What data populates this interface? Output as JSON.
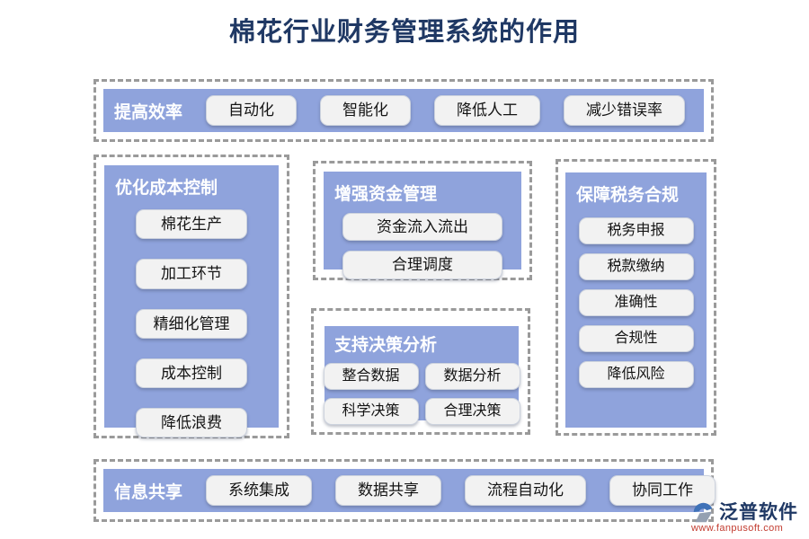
{
  "title": "棉花行业财务管理系统的作用",
  "colors": {
    "panel_blue": "#8FA3DC",
    "title_navy": "#1F3864",
    "chip_bg": "#F2F2F2",
    "dash_gray": "#9A9A9A",
    "logo_blue": "#3F72B8",
    "logo_gray": "#95A0B1",
    "logo_url_red": "#C23B2F"
  },
  "icons": {
    "logo": "fanpu-logo-icon"
  },
  "sections": {
    "efficiency": {
      "label": "提高效率",
      "items": [
        "自动化",
        "智能化",
        "降低人工",
        "减少错误率"
      ]
    },
    "cost": {
      "label": "优化成本控制",
      "items": [
        "棉花生产",
        "加工环节",
        "精细化管理",
        "成本控制",
        "降低浪费"
      ]
    },
    "funds": {
      "label": "增强资金管理",
      "items": [
        "资金流入流出",
        "合理调度"
      ]
    },
    "decision": {
      "label": "支持决策分析",
      "items": [
        "整合数据",
        "数据分析",
        "科学决策",
        "合理决策"
      ]
    },
    "tax": {
      "label": "保障税务合规",
      "items": [
        "税务申报",
        "税款缴纳",
        "准确性",
        "合规性",
        "降低风险"
      ]
    },
    "sharing": {
      "label": "信息共享",
      "items": [
        "系统集成",
        "数据共享",
        "流程自动化",
        "协同工作"
      ]
    }
  },
  "logo": {
    "name": "泛普软件",
    "url": "www.fanpusoft.com"
  }
}
